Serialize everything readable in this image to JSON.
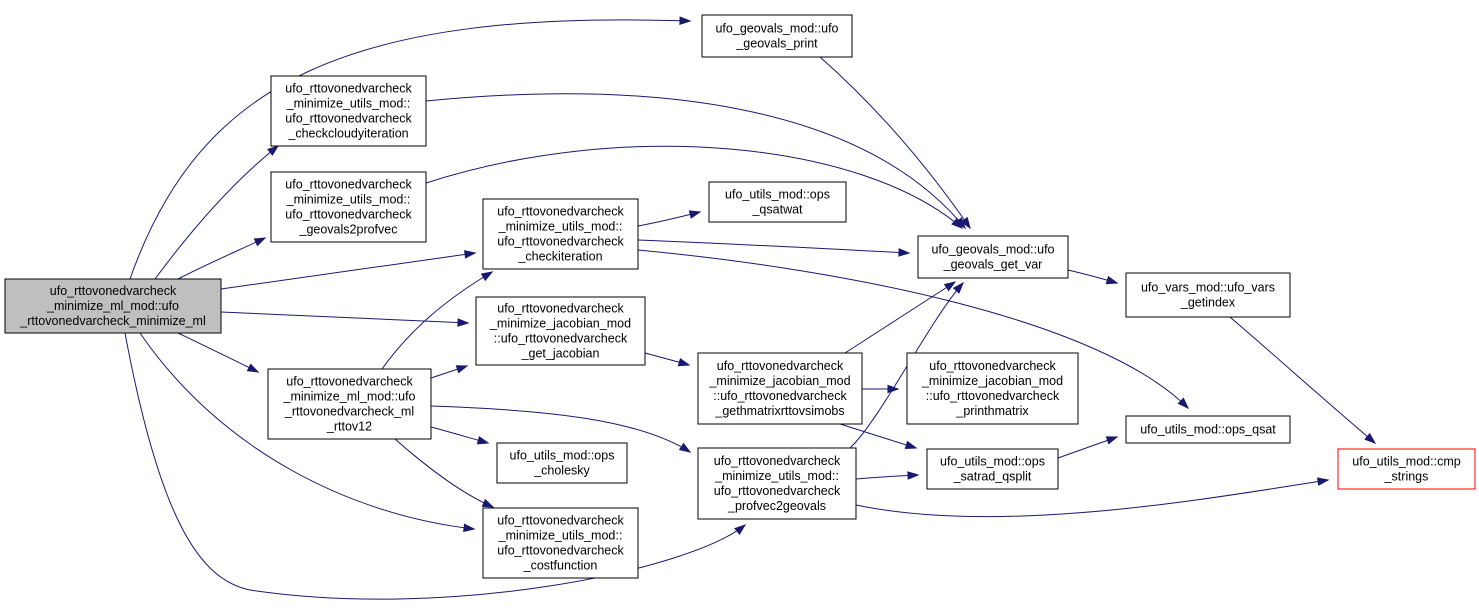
{
  "nodes": [
    {
      "id": "root",
      "lines": [
        "ufo_rttovonedvarcheck",
        "_minimize_ml_mod::ufo",
        "_rttovonedvarcheck_minimize_ml"
      ]
    },
    {
      "id": "geovals_print",
      "lines": [
        "ufo_geovals_mod::ufo",
        "_geovals_print"
      ]
    },
    {
      "id": "checkcloudyiteration",
      "lines": [
        "ufo_rttovonedvarcheck",
        "_minimize_utils_mod::",
        "ufo_rttovonedvarcheck",
        "_checkcloudyiteration"
      ]
    },
    {
      "id": "geovals2profvec",
      "lines": [
        "ufo_rttovonedvarcheck",
        "_minimize_utils_mod::",
        "ufo_rttovonedvarcheck",
        "_geovals2profvec"
      ]
    },
    {
      "id": "checkiteration",
      "lines": [
        "ufo_rttovonedvarcheck",
        "_minimize_utils_mod::",
        "ufo_rttovonedvarcheck",
        "_checkiteration"
      ]
    },
    {
      "id": "get_jacobian",
      "lines": [
        "ufo_rttovonedvarcheck",
        "_minimize_jacobian_mod",
        "::ufo_rttovonedvarcheck",
        "_get_jacobian"
      ]
    },
    {
      "id": "ml_rttov12",
      "lines": [
        "ufo_rttovonedvarcheck",
        "_minimize_ml_mod::ufo",
        "_rttovonedvarcheck_ml",
        "_rttov12"
      ]
    },
    {
      "id": "ops_cholesky",
      "lines": [
        "ufo_utils_mod::ops",
        "_cholesky"
      ]
    },
    {
      "id": "costfunction",
      "lines": [
        "ufo_rttovonedvarcheck",
        "_minimize_utils_mod::",
        "ufo_rttovonedvarcheck",
        "_costfunction"
      ]
    },
    {
      "id": "ops_qsatwat",
      "lines": [
        "ufo_utils_mod::ops",
        "_qsatwat"
      ]
    },
    {
      "id": "geovals_get_var",
      "lines": [
        "ufo_geovals_mod::ufo",
        "_geovals_get_var"
      ]
    },
    {
      "id": "gethmatrix",
      "lines": [
        "ufo_rttovonedvarcheck",
        "_minimize_jacobian_mod",
        "::ufo_rttovonedvarcheck",
        "_gethmatrixrttovsimobs"
      ]
    },
    {
      "id": "profvec2geovals",
      "lines": [
        "ufo_rttovonedvarcheck",
        "_minimize_utils_mod::",
        "ufo_rttovonedvarcheck",
        "_profvec2geovals"
      ]
    },
    {
      "id": "printhmatrix",
      "lines": [
        "ufo_rttovonedvarcheck",
        "_minimize_jacobian_mod",
        "::ufo_rttovonedvarcheck",
        "_printhmatrix"
      ]
    },
    {
      "id": "ops_satrad_qsplit",
      "lines": [
        "ufo_utils_mod::ops",
        "_satrad_qsplit"
      ]
    },
    {
      "id": "vars_getindex",
      "lines": [
        "ufo_vars_mod::ufo_vars",
        "_getindex"
      ]
    },
    {
      "id": "ops_qsat",
      "lines": [
        "ufo_utils_mod::ops_qsat"
      ]
    },
    {
      "id": "cmp_strings",
      "lines": [
        "ufo_utils_mod::cmp",
        "_strings"
      ]
    }
  ],
  "edges": [
    [
      "root",
      "geovals_print"
    ],
    [
      "root",
      "checkcloudyiteration"
    ],
    [
      "root",
      "geovals2profvec"
    ],
    [
      "root",
      "checkiteration"
    ],
    [
      "root",
      "get_jacobian"
    ],
    [
      "root",
      "ml_rttov12"
    ],
    [
      "root",
      "costfunction"
    ],
    [
      "root",
      "profvec2geovals"
    ],
    [
      "geovals_print",
      "geovals_get_var"
    ],
    [
      "checkcloudyiteration",
      "geovals_get_var"
    ],
    [
      "geovals2profvec",
      "geovals_get_var"
    ],
    [
      "checkiteration",
      "ops_qsatwat"
    ],
    [
      "checkiteration",
      "geovals_get_var"
    ],
    [
      "checkiteration",
      "ops_qsat"
    ],
    [
      "ml_rttov12",
      "checkiteration"
    ],
    [
      "ml_rttov12",
      "get_jacobian"
    ],
    [
      "ml_rttov12",
      "ops_cholesky"
    ],
    [
      "ml_rttov12",
      "costfunction"
    ],
    [
      "ml_rttov12",
      "profvec2geovals"
    ],
    [
      "get_jacobian",
      "gethmatrix"
    ],
    [
      "gethmatrix",
      "geovals_get_var"
    ],
    [
      "gethmatrix",
      "printhmatrix"
    ],
    [
      "gethmatrix",
      "ops_satrad_qsplit"
    ],
    [
      "profvec2geovals",
      "geovals_get_var"
    ],
    [
      "profvec2geovals",
      "ops_satrad_qsplit"
    ],
    [
      "profvec2geovals",
      "cmp_strings"
    ],
    [
      "geovals_get_var",
      "vars_getindex"
    ],
    [
      "vars_getindex",
      "cmp_strings"
    ],
    [
      "ops_satrad_qsplit",
      "ops_qsat"
    ]
  ]
}
